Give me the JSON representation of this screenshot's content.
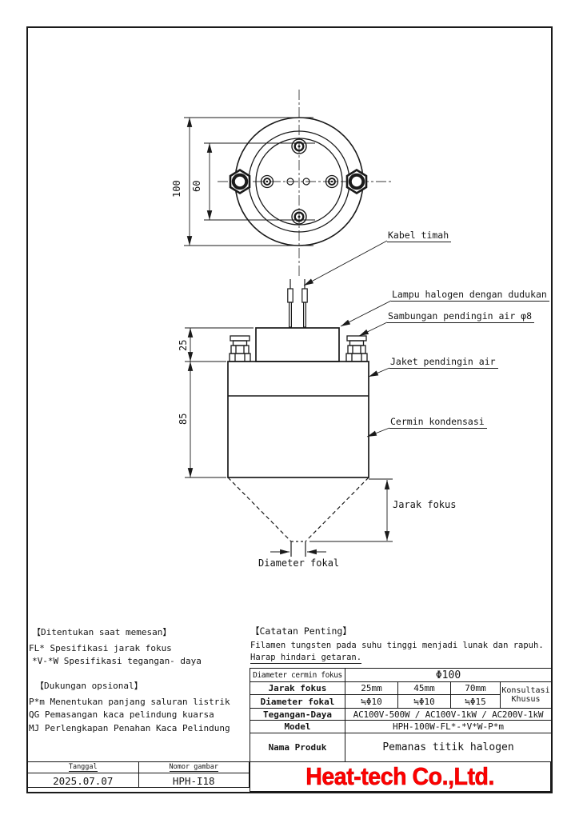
{
  "drawing": {
    "dims": {
      "d100": "100",
      "d60": "60",
      "d25": "25",
      "d85": "85"
    },
    "callouts": {
      "kabel_timah": "Kabel timah",
      "lampu": "Lampu halogen dengan dudukan",
      "sambungan": "Sambungan pendingin air φ8",
      "jaket": "Jaket pendingin air",
      "cermin": "Cermin kondensasi",
      "jarak_fokus": "Jarak fokus",
      "diameter_fokal": "Diameter fokal"
    }
  },
  "notes": {
    "order": {
      "title": "【Ditentukan saat memesan】",
      "lines": [
        "FL* Spesifikasi jarak fokus",
        "*V-*W Spesifikasi tegangan- daya"
      ]
    },
    "optional": {
      "title": "【Dukungan opsional】",
      "lines": [
        "P*m Menentukan panjang saluran listrik",
        "QG Pemasangan kaca pelindung kuarsa",
        "MJ Perlengkapan Penahan Kaca Pelindung"
      ]
    },
    "important": {
      "title": "【Catatan Penting】",
      "line1": "Filamen tungsten pada suhu tinggi menjadi lunak dan rapuh.",
      "line2": "Harap hindari getaran."
    }
  },
  "spec": {
    "r1_label": "Diameter cermin fokus",
    "r1_value": "Φ100",
    "r2_label": "Jarak fokus",
    "r2_v1": "25mm",
    "r2_v2": "45mm",
    "r2_v3": "70mm",
    "r3_label": "Diameter fokal",
    "r3_v1": "≒Φ10",
    "r3_v2": "≒Φ10",
    "r3_v3": "≒Φ15",
    "consult_line1": "Konsultasi",
    "consult_line2": "Khusus",
    "r4_label": "Tegangan-Daya",
    "r4_value": "AC100V-500W / AC100V-1kW / AC200V-1kW",
    "r5_label": "Model",
    "r5_value": "HPH-100W-FL*-*V*W-P*m",
    "r6_label": "Nama Produk",
    "r6_value": "Pemanas titik halogen"
  },
  "title_block": {
    "date_label": "Tanggal",
    "date_value": "2025.07.07",
    "number_label": "Nomor gambar",
    "number_value": "HPH-I18",
    "company": "Heat-tech Co.,Ltd.",
    "brand_color": "#ff0000"
  }
}
